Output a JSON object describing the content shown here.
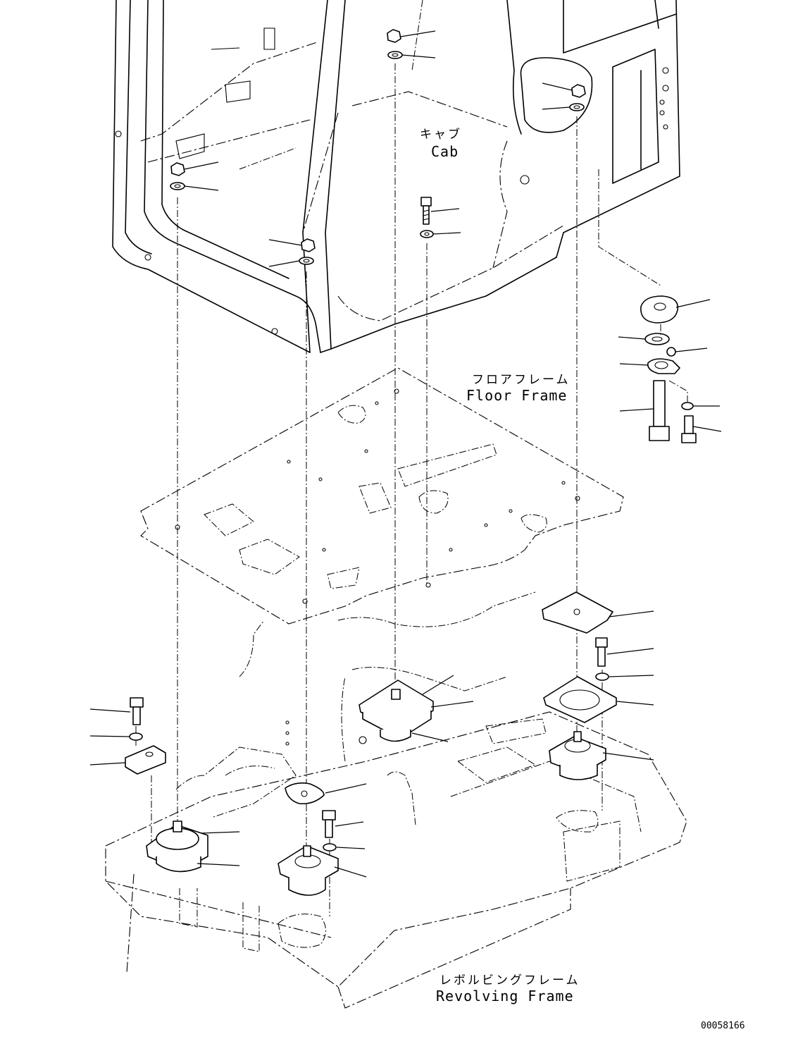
{
  "labels": {
    "cab_jp": "キャブ",
    "cab_en": "Cab",
    "floor_frame_jp": "フロアフレーム",
    "floor_frame_en": "Floor Frame",
    "revolving_frame_jp": "レボルビングフレーム",
    "revolving_frame_en": "Revolving Frame",
    "drawing_code": "00058166"
  }
}
